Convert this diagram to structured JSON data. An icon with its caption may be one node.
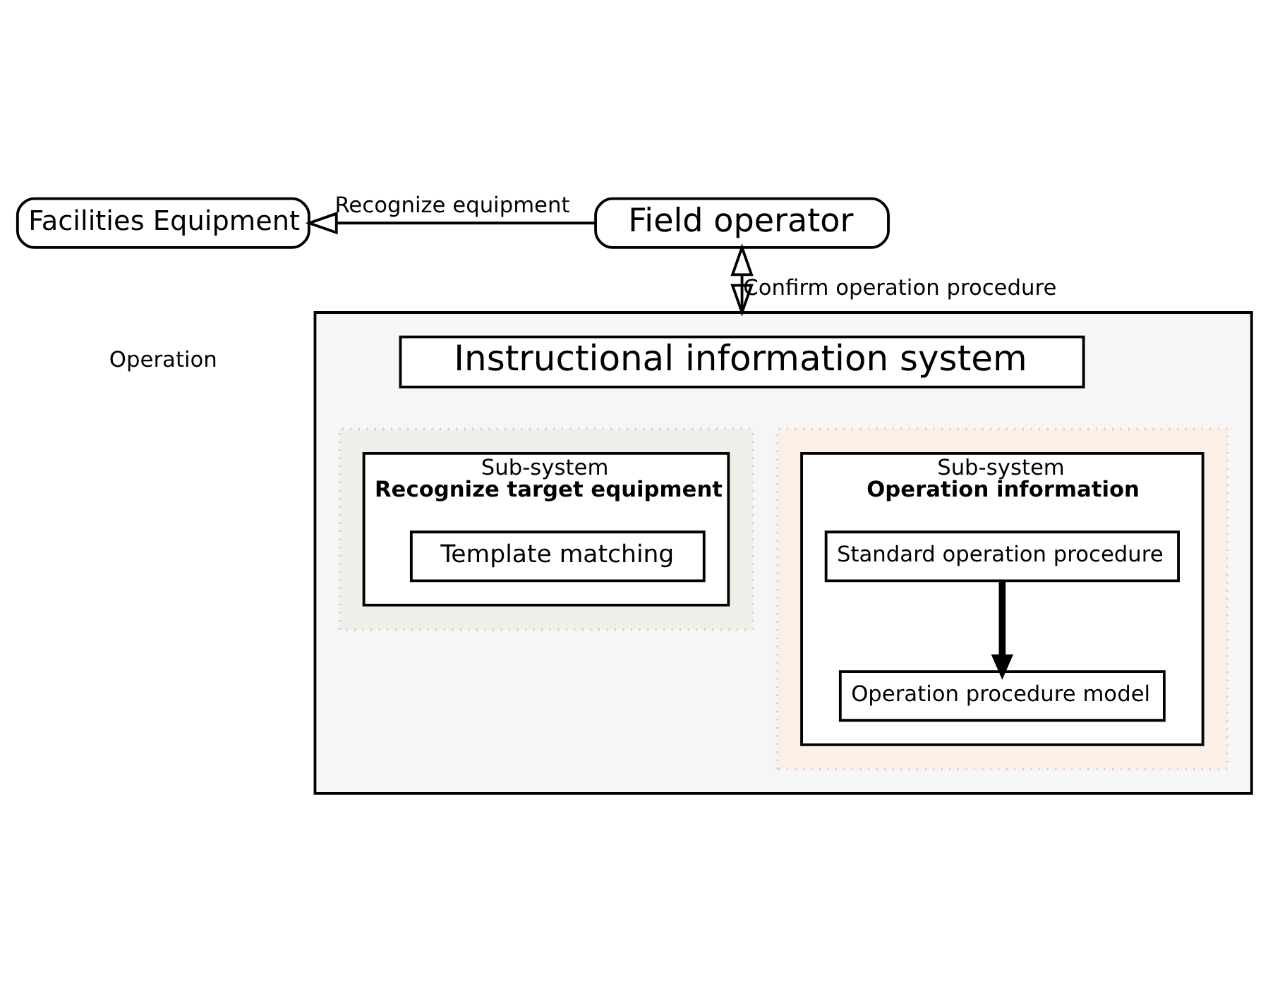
{
  "diagram": {
    "nodes": [
      {
        "text": [
          "Facilities Equipment"
        ]
      },
      {
        "text": [
          "Field operator"
        ]
      },
      {
        "text": [],
        "shape": "box"
      },
      {
        "text": [
          "Instructional information system"
        ],
        "in": 2
      },
      {
        "text": [],
        "shape": "box",
        "in": 2
      },
      {
        "text": [
          "Sub-system",
          "Recognize target equipment"
        ],
        "in": 4
      },
      {
        "text": [
          "Template matching"
        ],
        "in": 5
      },
      {
        "text": [],
        "shape": "box",
        "in": 2
      },
      {
        "text": [
          "Sub-system",
          "Operation information"
        ],
        "in": 7
      },
      {
        "text": [
          "Standard operation procedure"
        ],
        "in": 8
      },
      {
        "text": [
          "Operation procedure model"
        ],
        "in": 8
      }
    ],
    "edges": [
      {
        "from": 1,
        "to": 0,
        "arrow": "to",
        "label": "Recognize equipment"
      },
      {
        "from": 1,
        "to": 2,
        "arrow": "both",
        "label": "Confirm operation procedure"
      },
      {
        "from": 9,
        "to": 10,
        "arrow": "to",
        "style": "thick"
      }
    ],
    "labels": [
      "Operation"
    ]
  }
}
